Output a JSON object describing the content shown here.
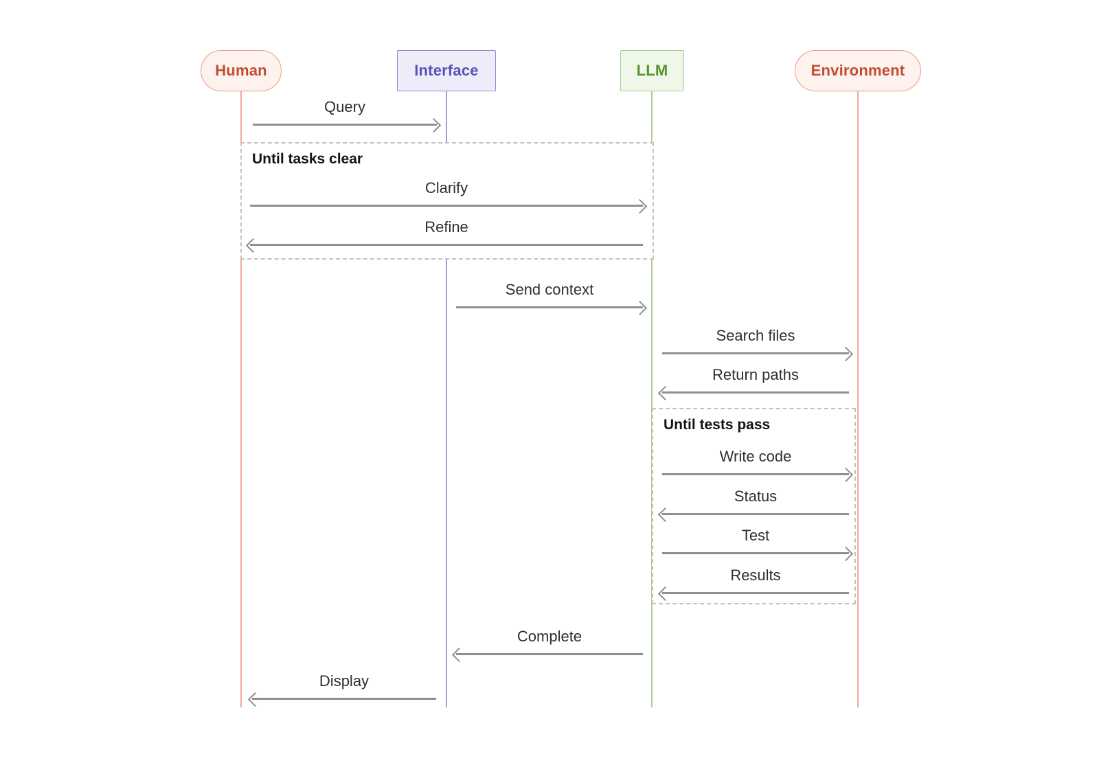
{
  "diagram": {
    "type": "sequence-diagram",
    "actors": [
      {
        "id": "human",
        "label": "Human",
        "shape": "pill",
        "fill": "#fdf2ee",
        "border": "#ec9b82",
        "text_color": "#c24d2f"
      },
      {
        "id": "interface",
        "label": "Interface",
        "shape": "rect",
        "fill": "#edecf9",
        "border": "#9189d9",
        "text_color": "#5b51b7"
      },
      {
        "id": "llm",
        "label": "LLM",
        "shape": "rect",
        "fill": "#eff7e8",
        "border": "#a8cc8e",
        "text_color": "#55932d"
      },
      {
        "id": "environment",
        "label": "Environment",
        "shape": "pill",
        "fill": "#fdf2ee",
        "border": "#ec9b82",
        "text_color": "#c24d2f"
      }
    ],
    "loops": [
      {
        "label": "Until tasks clear",
        "spans": [
          "Human",
          "LLM"
        ],
        "contains": [
          "Clarify",
          "Refine"
        ]
      },
      {
        "label": "Until tests pass",
        "spans": [
          "LLM",
          "Environment"
        ],
        "contains": [
          "Write code",
          "Status",
          "Test",
          "Results"
        ]
      }
    ],
    "messages": [
      {
        "label": "Query",
        "from": "Human",
        "to": "Interface",
        "direction": "right"
      },
      {
        "label": "Clarify",
        "from": "Human",
        "to": "LLM",
        "direction": "right"
      },
      {
        "label": "Refine",
        "from": "LLM",
        "to": "Human",
        "direction": "left"
      },
      {
        "label": "Send context",
        "from": "Interface",
        "to": "LLM",
        "direction": "right"
      },
      {
        "label": "Search files",
        "from": "LLM",
        "to": "Environment",
        "direction": "right"
      },
      {
        "label": "Return paths",
        "from": "Environment",
        "to": "LLM",
        "direction": "left"
      },
      {
        "label": "Write code",
        "from": "LLM",
        "to": "Environment",
        "direction": "right"
      },
      {
        "label": "Status",
        "from": "Environment",
        "to": "LLM",
        "direction": "left"
      },
      {
        "label": "Test",
        "from": "LLM",
        "to": "Environment",
        "direction": "right"
      },
      {
        "label": "Results",
        "from": "Environment",
        "to": "LLM",
        "direction": "left"
      },
      {
        "label": "Complete",
        "from": "LLM",
        "to": "Interface",
        "direction": "left"
      },
      {
        "label": "Display",
        "from": "Interface",
        "to": "Human",
        "direction": "left"
      }
    ],
    "colors": {
      "background": "#ffffff",
      "arrow": "#8f8f8b",
      "message_text": "#2f2f2b",
      "loop_border": "#c6c1bb",
      "loop_label_text": "#141412",
      "lifeline_salmon": "#f2ab96",
      "lifeline_purple": "#a39ce3",
      "lifeline_green": "#aed096"
    }
  }
}
